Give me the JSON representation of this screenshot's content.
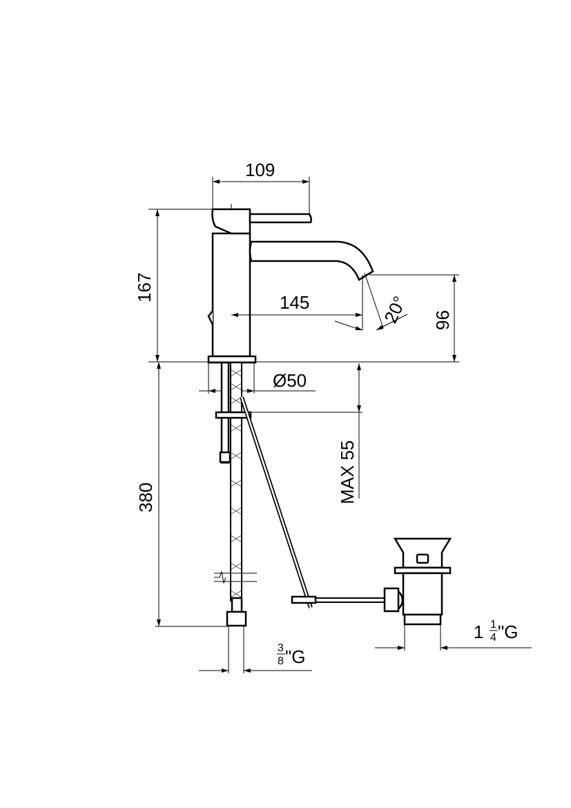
{
  "drawing": {
    "dimensions": {
      "handle_reach": "109",
      "total_height": "167",
      "spout_reach": "145",
      "spout_height": "96",
      "spout_angle": "20°",
      "base_diameter": "Ø50",
      "max_deck_thickness": "MAX 55",
      "hose_length": "380",
      "hose_thread_num": "3",
      "hose_thread_den": "8",
      "hose_thread_suffix": "\"G",
      "drain_thread_whole": "1",
      "drain_thread_num": "1",
      "drain_thread_den": "4",
      "drain_thread_suffix": "\"G"
    }
  }
}
